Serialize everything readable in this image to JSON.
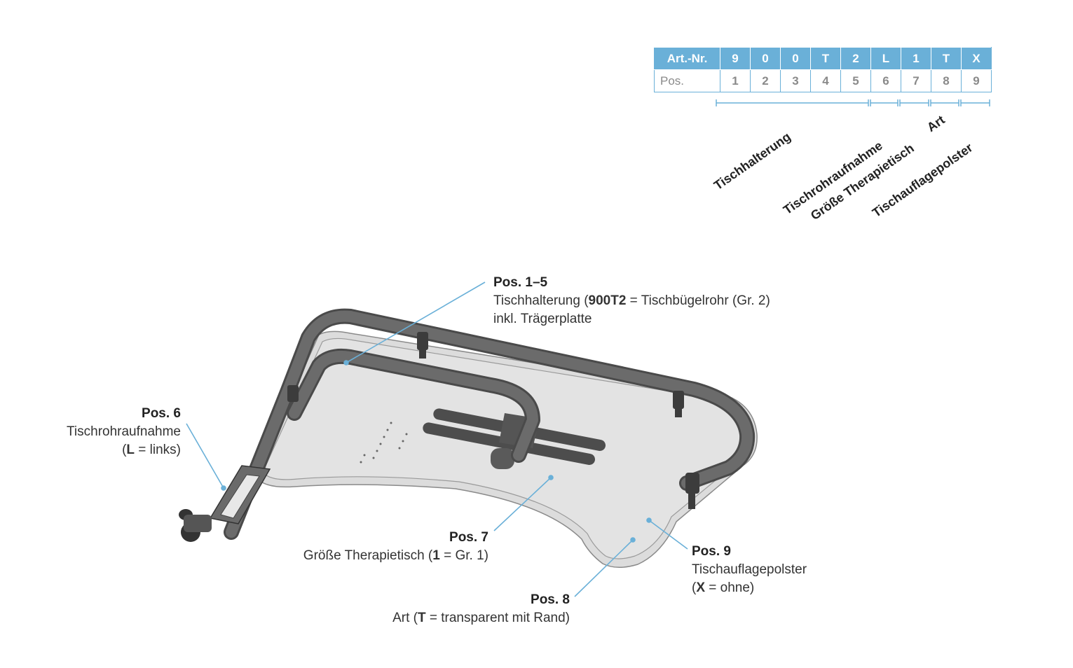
{
  "code_table": {
    "art_label": "Art.-Nr.",
    "pos_label": "Pos.",
    "art_values": [
      "9",
      "0",
      "0",
      "T",
      "2",
      "L",
      "1",
      "T",
      "X"
    ],
    "pos_values": [
      "1",
      "2",
      "3",
      "4",
      "5",
      "6",
      "7",
      "8",
      "9"
    ]
  },
  "groups": {
    "tischhalterung": "Tischhalterung",
    "tischrohraufnahme": "Tischrohraufnahme",
    "groesse": "Größe Therapietisch",
    "art": "Art",
    "polster": "Tischauflagepolster"
  },
  "callouts": {
    "pos15": {
      "title": "Pos. 1–5",
      "line1_pre": "Tischhalterung (",
      "line1_bold": "900T2",
      "line1_post": " = Tischbügelrohr (Gr. 2)",
      "line2": "inkl. Trägerplatte"
    },
    "pos6": {
      "title": "Pos. 6",
      "line1": "Tischrohraufnahme",
      "line2_pre": "(",
      "line2_bold": "L",
      "line2_post": " = links)"
    },
    "pos7": {
      "title": "Pos. 7",
      "line1_pre": "Größe Therapietisch (",
      "line1_bold": "1",
      "line1_post": " = Gr. 1)"
    },
    "pos8": {
      "title": "Pos. 8",
      "line1_pre": "Art (",
      "line1_bold": "T",
      "line1_post": " = transparent mit Rand)"
    },
    "pos9": {
      "title": "Pos. 9",
      "line1": "Tischauflagepolster",
      "line2_pre": "(",
      "line2_bold": "X",
      "line2_post": " = ohne)"
    }
  },
  "colors": {
    "accent": "#6ab0d8",
    "tube": "#5a5a5a",
    "tray": "#e3e3e3"
  }
}
